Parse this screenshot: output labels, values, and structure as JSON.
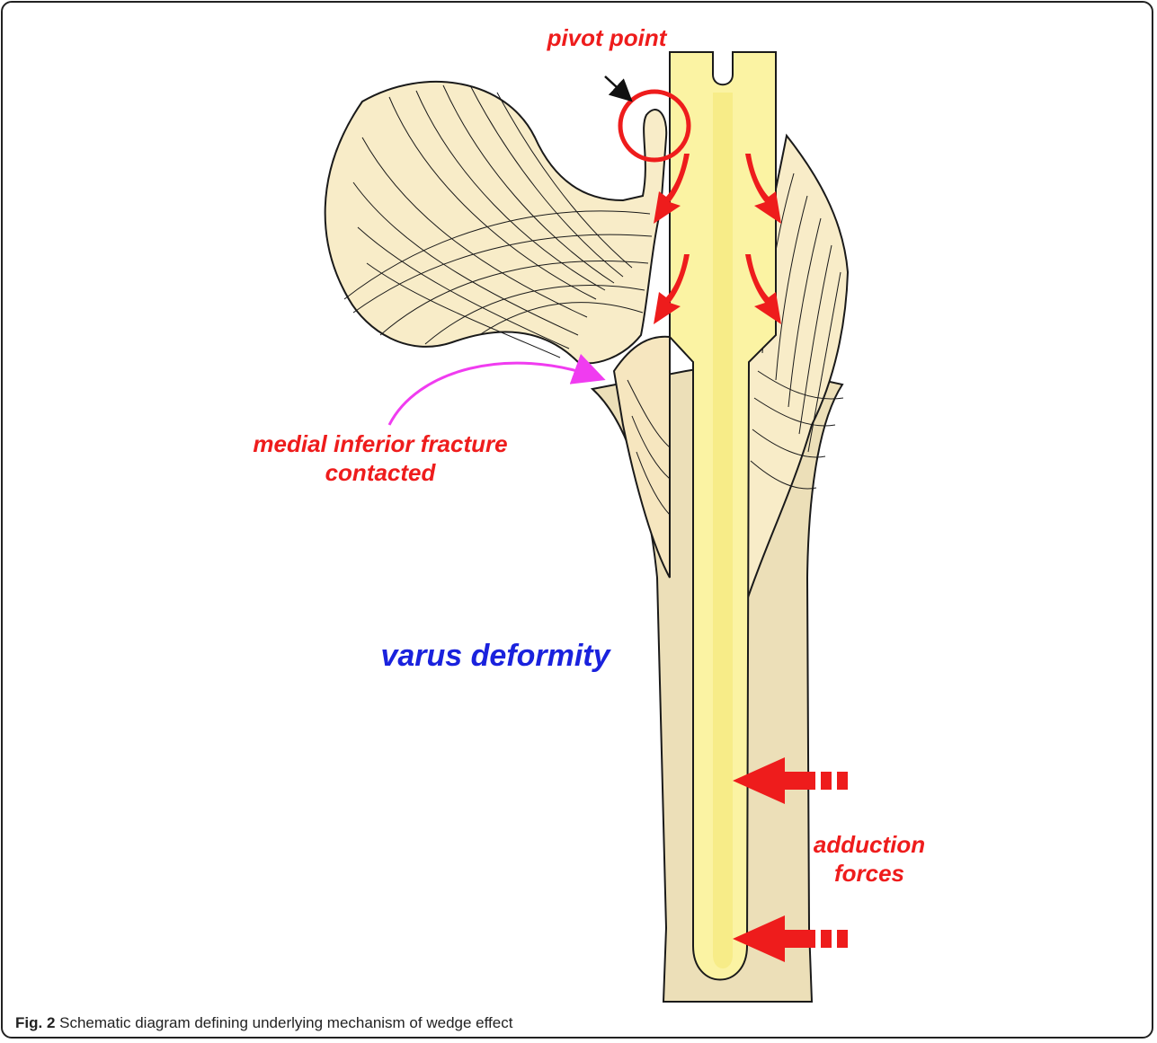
{
  "labels": {
    "pivot_point": "pivot point",
    "medial_fracture_line1": "medial inferior fracture",
    "medial_fracture_line2": "contacted",
    "varus_deformity": "varus deformity",
    "adduction_line1": "adduction",
    "adduction_line2": "forces"
  },
  "caption": {
    "figure_label": "Fig. 2",
    "text": " Schematic diagram defining underlying mechanism of wedge effect"
  },
  "colors": {
    "label_red": "#ee1c1c",
    "label_blue": "#1a22dd",
    "magenta_arrow": "#f03cf0",
    "bone_head": "#f8ecc8",
    "shaft_bone": "#ecdfb8",
    "nail": "#fbf3a3",
    "nail_core": "#f7ec88"
  }
}
